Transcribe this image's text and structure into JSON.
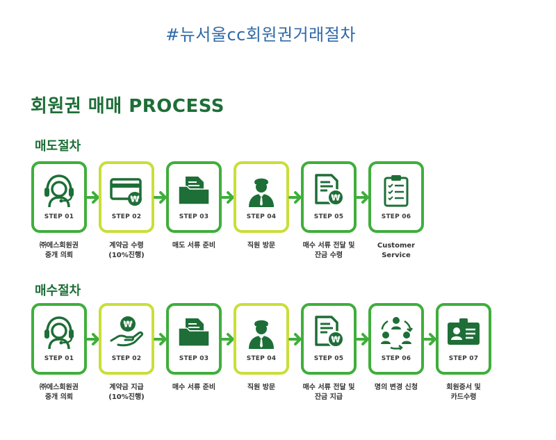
{
  "hashtag": "#뉴서울cc회원권거래절차",
  "process_title": "회원권 매매 PROCESS",
  "colors": {
    "green": "#3fae3b",
    "yellow": "#c9de3a",
    "dark_green": "#1e6e37",
    "hashtag_blue": "#2f69a8"
  },
  "sell": {
    "title": "매도절차",
    "steps": [
      {
        "label": "STEP 01",
        "icon": "headset-agent-icon",
        "desc1": "㈜에스회원권",
        "desc2": "중개 의뢰"
      },
      {
        "label": "STEP 02",
        "icon": "card-won-icon",
        "desc1": "계약금 수령",
        "desc2": "(10%진행)"
      },
      {
        "label": "STEP 03",
        "icon": "folder-documents-icon",
        "desc1": "매도 서류 준비",
        "desc2": ""
      },
      {
        "label": "STEP 04",
        "icon": "staff-person-icon",
        "desc1": "직원 방문",
        "desc2": ""
      },
      {
        "label": "STEP 05",
        "icon": "document-won-icon",
        "desc1": "매수 서류 전달 및",
        "desc2": "잔금 수령"
      },
      {
        "label": "STEP 06",
        "icon": "clipboard-checklist-icon",
        "desc1": "Customer",
        "desc2": "Service"
      }
    ]
  },
  "buy": {
    "title": "매수절차",
    "steps": [
      {
        "label": "STEP 01",
        "icon": "headset-agent-icon",
        "desc1": "㈜에스회원권",
        "desc2": "중개 의뢰"
      },
      {
        "label": "STEP 02",
        "icon": "hand-coin-icon",
        "desc1": "계약금 지급",
        "desc2": "(10%진행)"
      },
      {
        "label": "STEP 03",
        "icon": "folder-documents-icon",
        "desc1": "매수 서류 준비",
        "desc2": ""
      },
      {
        "label": "STEP 04",
        "icon": "staff-person-icon",
        "desc1": "직원 방문",
        "desc2": ""
      },
      {
        "label": "STEP 05",
        "icon": "document-won-icon",
        "desc1": "매수 서류 전달 및",
        "desc2": "잔금 지급"
      },
      {
        "label": "STEP 06",
        "icon": "people-exchange-icon",
        "desc1": "명의 변경 신청",
        "desc2": ""
      },
      {
        "label": "STEP 07",
        "icon": "member-id-card-icon",
        "desc1": "회원증서 및",
        "desc2": "카드수령"
      }
    ]
  }
}
